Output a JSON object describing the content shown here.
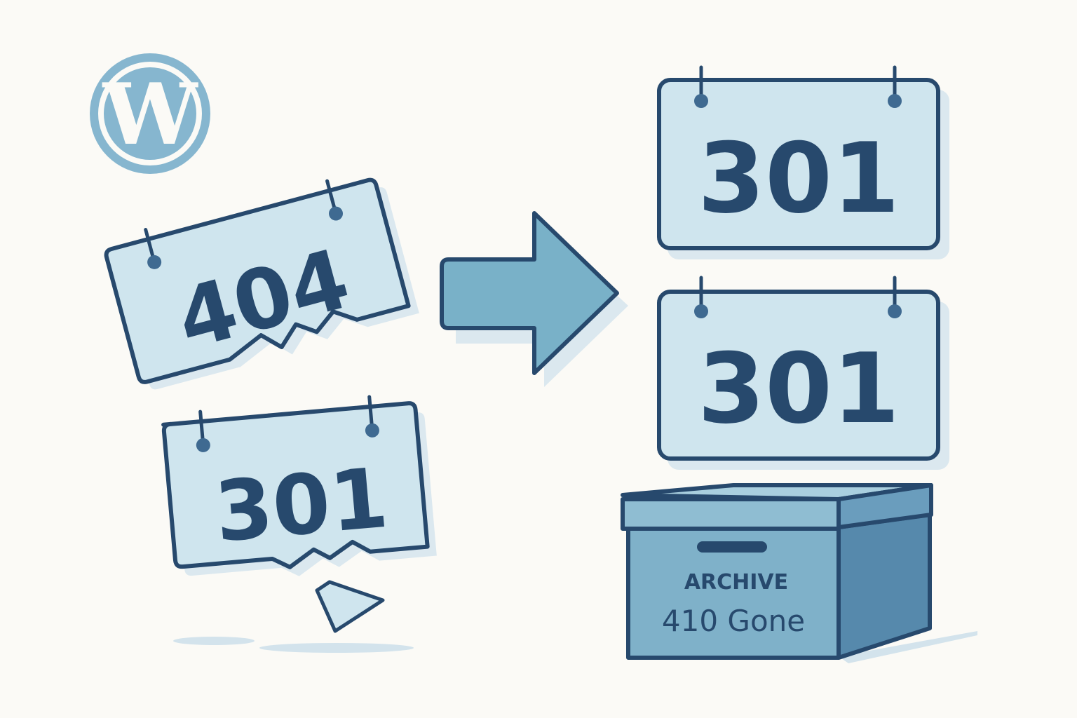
{
  "brand": {
    "logo_name": "wordpress-logo",
    "logo_letter": "W"
  },
  "broken_signs": {
    "error_code": "404",
    "redirect_code": "301"
  },
  "arrow": {
    "icon": "right-arrow-icon"
  },
  "fixed_signs": [
    {
      "code": "301"
    },
    {
      "code": "301"
    }
  ],
  "archive_box": {
    "label": "ARCHIVE",
    "status": "410 Gone"
  },
  "colors": {
    "background": "#fbfaf6",
    "outline": "#27496d",
    "sign_fill": "#cfe5ee",
    "shadow": "#dbe8ef",
    "arrow_fill": "#79b1c8",
    "box_front": "#7fb1c9",
    "box_side": "#5689ac",
    "box_lid": "#8fbdd2",
    "logo": "#86b6cf"
  }
}
